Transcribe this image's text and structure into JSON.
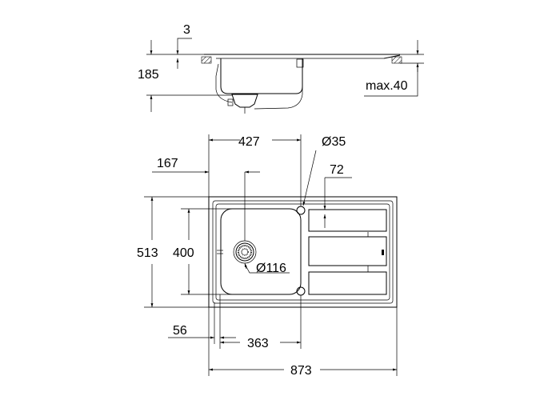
{
  "drawing": {
    "side_view": {
      "top_thickness": "3",
      "depth": "185",
      "countertop_max": "max.40"
    },
    "plan_view": {
      "bowl_width": "427",
      "tap_hole_diameter": "Ø35",
      "drain_offset": "167",
      "drainer_offset": "72",
      "overall_depth": "513",
      "bowl_depth": "400",
      "drain_diameter": "Ø116",
      "rim_offset": "56",
      "bowl_inner_width": "363",
      "overall_width": "873"
    }
  }
}
